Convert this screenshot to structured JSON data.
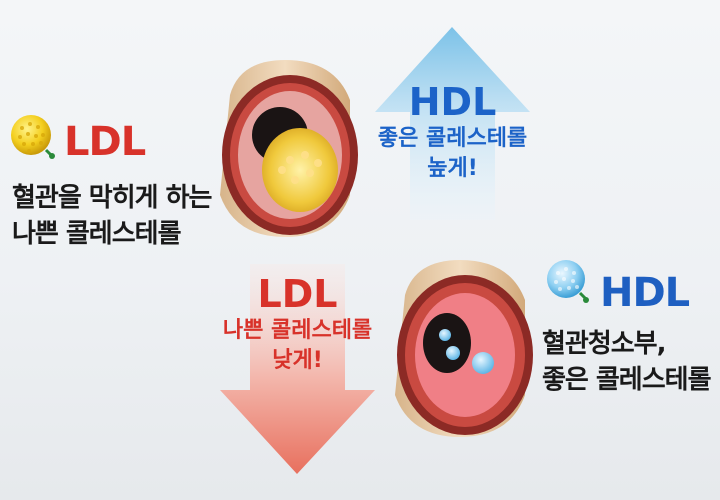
{
  "ldl_panel": {
    "title": "LDL",
    "desc_line1": "혈관을 막히게 하는",
    "desc_line2": "나쁜 콜레스테롤"
  },
  "hdl_arrow": {
    "title": "HDL",
    "line1": "좋은 콜레스테롤",
    "line2": "높게!"
  },
  "ldl_arrow": {
    "title": "LDL",
    "line1": "나쁜 콜레스테롤",
    "line2": "낮게!"
  },
  "hdl_panel": {
    "title": "HDL",
    "desc_line1": "혈관청소부,",
    "desc_line2": "좋은 콜레스테롤"
  }
}
